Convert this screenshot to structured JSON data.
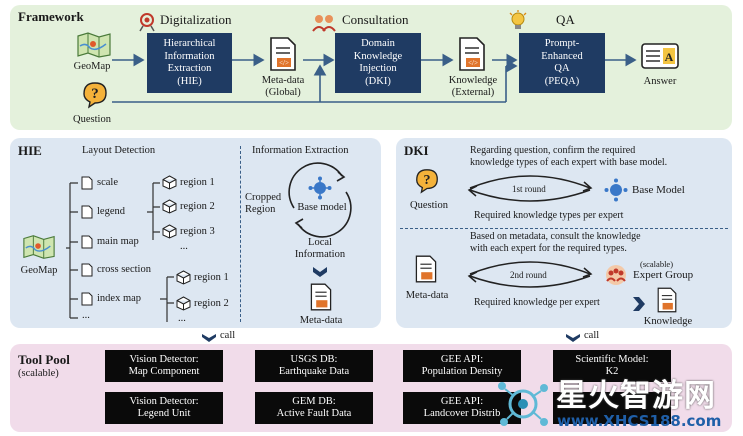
{
  "framework": {
    "title": "Framework",
    "geomap_label": "GeoMap",
    "question_label": "Question",
    "digitalization": "Digitalization",
    "consultation": "Consultation",
    "qa": "QA",
    "hie_box": [
      "Hierarchical",
      "Information",
      "Extraction",
      "(HIE)"
    ],
    "metadata_label": [
      "Meta-data",
      "(Global)"
    ],
    "dki_box": [
      "Domain",
      "Knowledge",
      "Injection",
      "(DKI)"
    ],
    "knowledge_label": [
      "Knowledge",
      "(External)"
    ],
    "peqa_box": [
      "Prompt-",
      "Enhanced",
      "QA",
      "(PEQA)"
    ],
    "answer_label": "Answer"
  },
  "hie": {
    "title": "HIE",
    "layout_detection": "Layout Detection",
    "information_extraction": "Information Extraction",
    "geomap_label": "GeoMap",
    "tree_items": [
      "scale",
      "legend",
      "main map",
      "cross section",
      "index map",
      "..."
    ],
    "regions_top": [
      "region 1",
      "region 2",
      "region 3",
      "..."
    ],
    "regions_bottom": [
      "region 1",
      "region 2",
      "..."
    ],
    "cropped_region": [
      "Cropped",
      "Region"
    ],
    "base_model": "Base model",
    "local_information": [
      "Local",
      "Information"
    ],
    "metadata": "Meta-data",
    "call": "call"
  },
  "dki": {
    "title": "DKI",
    "question_label": "Question",
    "first_text": [
      "Regarding question, confirm the required",
      "knowledge types of each expert with base model."
    ],
    "first_round": "1st round",
    "base_model": "Base Model",
    "required_types": "Required knowledge types per expert",
    "second_text": [
      "Based on metadata, consult the knowledge",
      "with each expert for the required types."
    ],
    "second_round": "2nd round",
    "scalable": "(scalable)",
    "expert_group": "Expert Group",
    "metadata_label": "Meta-data",
    "required_knowledge": "Required knowledge per expert",
    "knowledge": "Knowledge",
    "call": "call"
  },
  "tool_pool": {
    "title": "Tool Pool",
    "subtitle": "(scalable)",
    "tools": [
      [
        "Vision Detector:",
        "Map Component"
      ],
      [
        "USGS DB:",
        "Earthquake Data"
      ],
      [
        "GEE API:",
        "Population Density"
      ],
      [
        "Scientific Model:",
        "K2"
      ],
      [
        "Vision Detector:",
        "Legend Unit"
      ],
      [
        "GEM DB:",
        "Active Fault Data"
      ],
      [
        "GEE API:",
        "Landcover Distrib"
      ],
      [
        "",
        ""
      ]
    ]
  },
  "watermark": {
    "text": "星火智游网",
    "url": "www.XHCS188.com"
  },
  "colors": {
    "framework_bg": "#e4f1dc",
    "hie_bg": "#dde7f2",
    "dki_bg": "#dde7f2",
    "toolpool_bg": "#f1dcea",
    "navy_box": "#1f3b63",
    "arrow": "#3a5f88"
  }
}
